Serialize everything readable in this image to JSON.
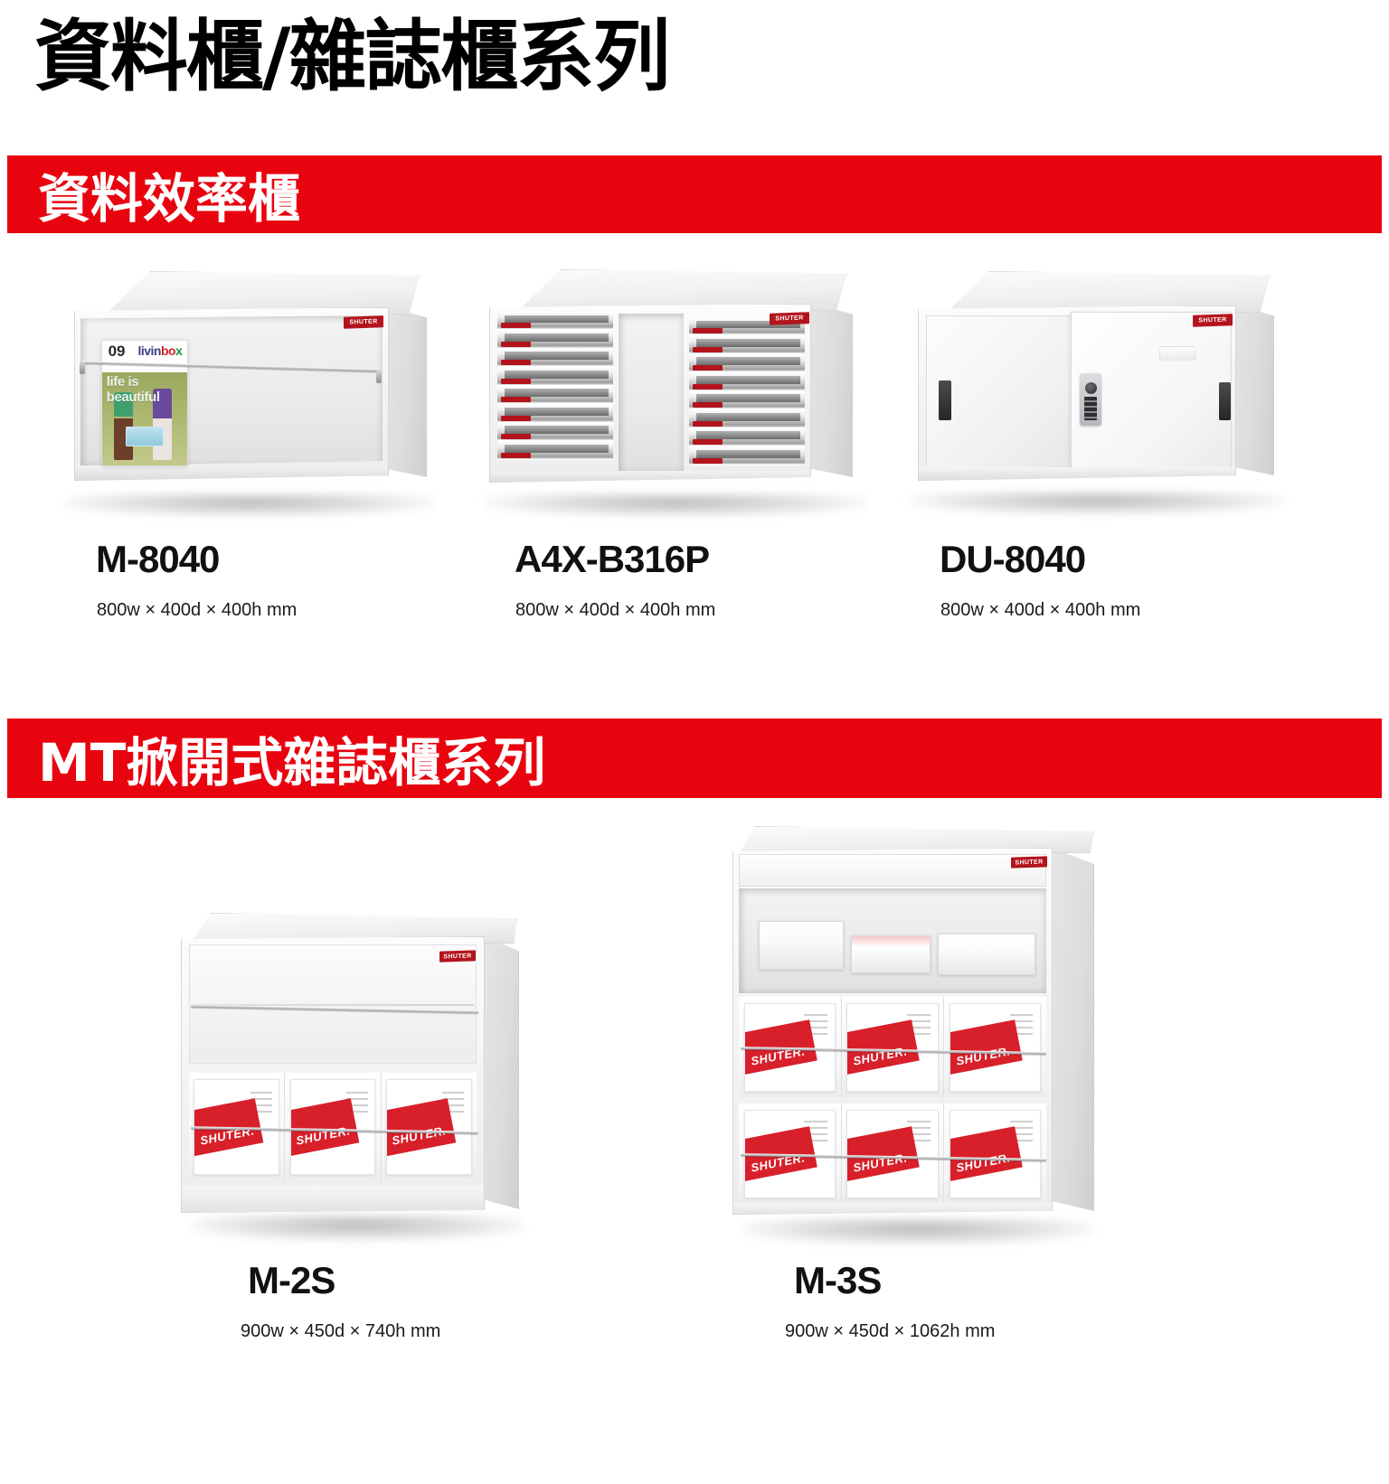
{
  "page": {
    "title": "資料櫃/雜誌櫃系列",
    "brand": "SHUTER",
    "accent_red": "#e8040f",
    "badge_red": "#b3141c"
  },
  "sections": [
    {
      "banner_label": "資料效率櫃",
      "products": [
        {
          "model": "M-8040",
          "dimensions": "800w × 400d × 400h mm",
          "badge": "SHUTER",
          "magazine": {
            "issue": "09",
            "logo_part1": "livin",
            "logo_part2": "bo",
            "logo_part3": "x",
            "tagline": "life is beautiful"
          }
        },
        {
          "model": "A4X-B316P",
          "dimensions": "800w × 400d × 400h mm",
          "badge": "SHUTER",
          "drawer_count_left": 8,
          "drawer_count_right": 8
        },
        {
          "model": "DU-8040",
          "dimensions": "800w × 400d × 400h mm",
          "badge": "SHUTER"
        }
      ]
    },
    {
      "banner_label": "MT掀開式雜誌櫃系列",
      "products": [
        {
          "model": "M-2S",
          "dimensions": "900w × 450d × 740h mm",
          "badge": "SHUTER",
          "pocket_rows": 1,
          "pockets_per_row": 3,
          "pocket_brand": "SHUTER."
        },
        {
          "model": "M-3S",
          "dimensions": "900w × 450d × 1062h mm",
          "badge": "SHUTER",
          "pocket_rows": 2,
          "pockets_per_row": 3,
          "pocket_brand": "SHUTER."
        }
      ]
    }
  ]
}
